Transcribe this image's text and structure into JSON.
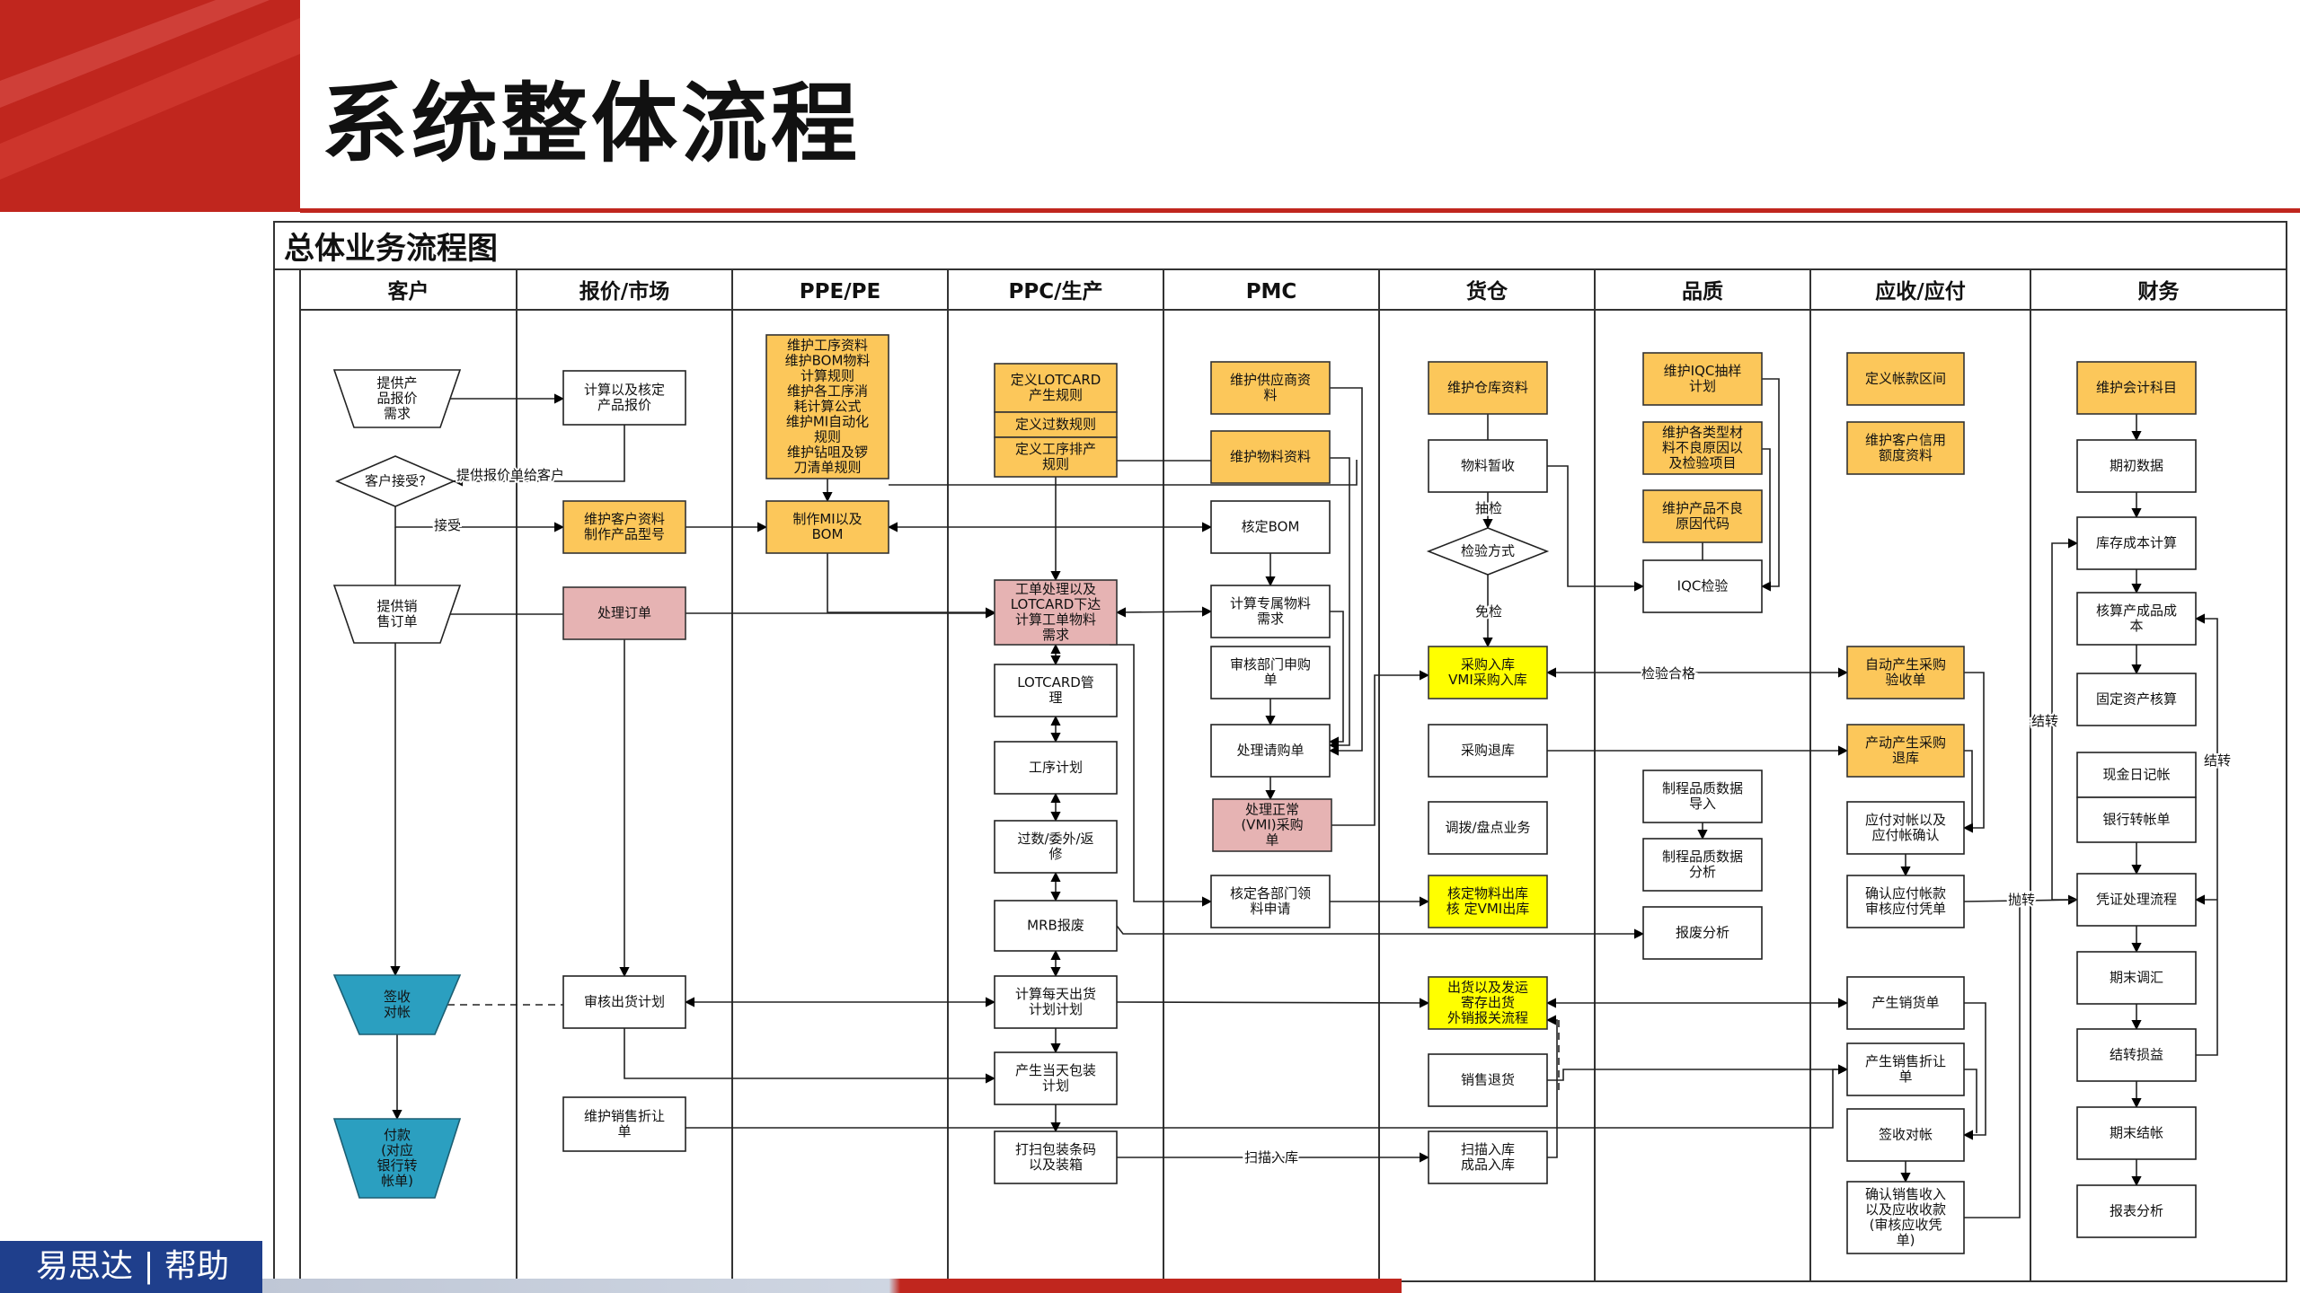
{
  "slide_title": "系统整体流程",
  "diagram_title": "总体业务流程图",
  "lanes": [
    "客户",
    "报价/市场",
    "PPE/PE",
    "PPC/生产",
    "PMC",
    "货仓",
    "品质",
    "应收/应付",
    "财务"
  ],
  "nodes": {
    "cust_req": "提供产品报价需求",
    "cust_accept": "客户接受?",
    "cust_order": "提供销售订单",
    "cust_sign": "签收对帐",
    "cust_pay": "付款(对应银行转帐单)",
    "mk_quote": "计算以及核定产品报价",
    "mk_info": "维护客户资料制作产品型号",
    "mk_order": "处理订单",
    "mk_ship": "审核出货计划",
    "mk_disc": "维护销售折让单",
    "pe_rules": "维护工序资料维护BOM物料计算规则维护各工序消耗计算公式维护MI自动化规则维护钻咀及锣刀清单规则",
    "pe_mi": "制作MI以及BOM",
    "pc_lotcard": "定义LOTCARD产生规则",
    "pc_pass": "定义过数规则",
    "pc_seq": "定义工序排产规则",
    "pc_order": "工单处理以及LOTCARD下达计算工单物料需求",
    "pc_lot": "LOTCARD管理",
    "pc_plan": "工序计划",
    "pc_out": "过数/委外/返修",
    "pc_mrb": "MRB报废",
    "pc_daily": "计算每天出货计划计划",
    "pc_pack": "产生当天包装计划",
    "pc_scan": "打扫包装条码以及装箱",
    "pmc_sup": "维护供应商资料",
    "pmc_mat": "维护物料资料",
    "pmc_bom": "核定BOM",
    "pmc_calc": "计算专属物料需求",
    "pmc_dept": "审核部门申购单",
    "pmc_req": "处理请购单",
    "pmc_vmi": "处理正常(VMI)采购单",
    "pmc_issue": "核定各部门领料申请",
    "wh_info": "维护仓库资料",
    "wh_recv": "物料暂收",
    "wh_method": "检验方式",
    "wh_in": "采购入库VMI采购入库",
    "wh_ret": "采购退库",
    "wh_count": "调拨/盘点业务",
    "wh_out": "核定物料出库核 定VMI出库",
    "wh_ship": "出货以及发运寄存出货外销报关流程",
    "wh_sret": "销售退货",
    "wh_scan": "扫描入库成品入库",
    "q_iqc_plan": "维护IQC抽样计划",
    "q_defect": "维护各类型材料不良原因以及检验项目",
    "q_code": "维护产品不良原因代码",
    "q_iqc": "IQC检验",
    "q_import": "制程品质数据导入",
    "q_analysis": "制程品质数据分析",
    "q_scrap": "报废分析",
    "ar_period": "定义帐款区间",
    "ar_credit": "维护客户信用额度资料",
    "ar_recv": "自动产生采购验收单",
    "ar_ret": "产动产生采购退库",
    "ar_check": "应付对帐以及应付帐确认",
    "ar_confirm": "确认应付帐款审核应付凭单",
    "ar_sales": "产生销货单",
    "ar_disc": "产生销售折让单",
    "ar_sign": "签收对帐",
    "ar_collect": "确认销售收入以及应收收款(审核应收凭单)",
    "fin_acct": "维护会计科目",
    "fin_init": "期初数据",
    "fin_stock": "库存成本计算",
    "fin_cost": "核算产成品成本",
    "fin_asset": "固定资产核算",
    "fin_cash": "现金日记帐",
    "fin_bank": "银行转帐单",
    "fin_voucher": "凭证处理流程",
    "fin_adjust": "期末调汇",
    "fin_pl": "结转损益",
    "fin_close": "期末结帐",
    "fin_report": "报表分析"
  },
  "edge_labels": {
    "give_quote": "提供报价单给客户",
    "accept": "接受",
    "sample_check": "抽检",
    "free_check": "免检",
    "pass_check": "检验合格",
    "transfer": "结转",
    "transfer_left": "结转",
    "throw": "抛转",
    "scan_in": "扫描入库"
  },
  "footer": {
    "logo_text": "易思达 | 帮助"
  },
  "colors": {
    "accent_red": "#c0261e",
    "fill_yellow": "#fcc75a",
    "fill_bright_yellow": "#ffff00",
    "fill_pink": "#e6b3b3",
    "fill_teal": "#2b9fc0"
  }
}
